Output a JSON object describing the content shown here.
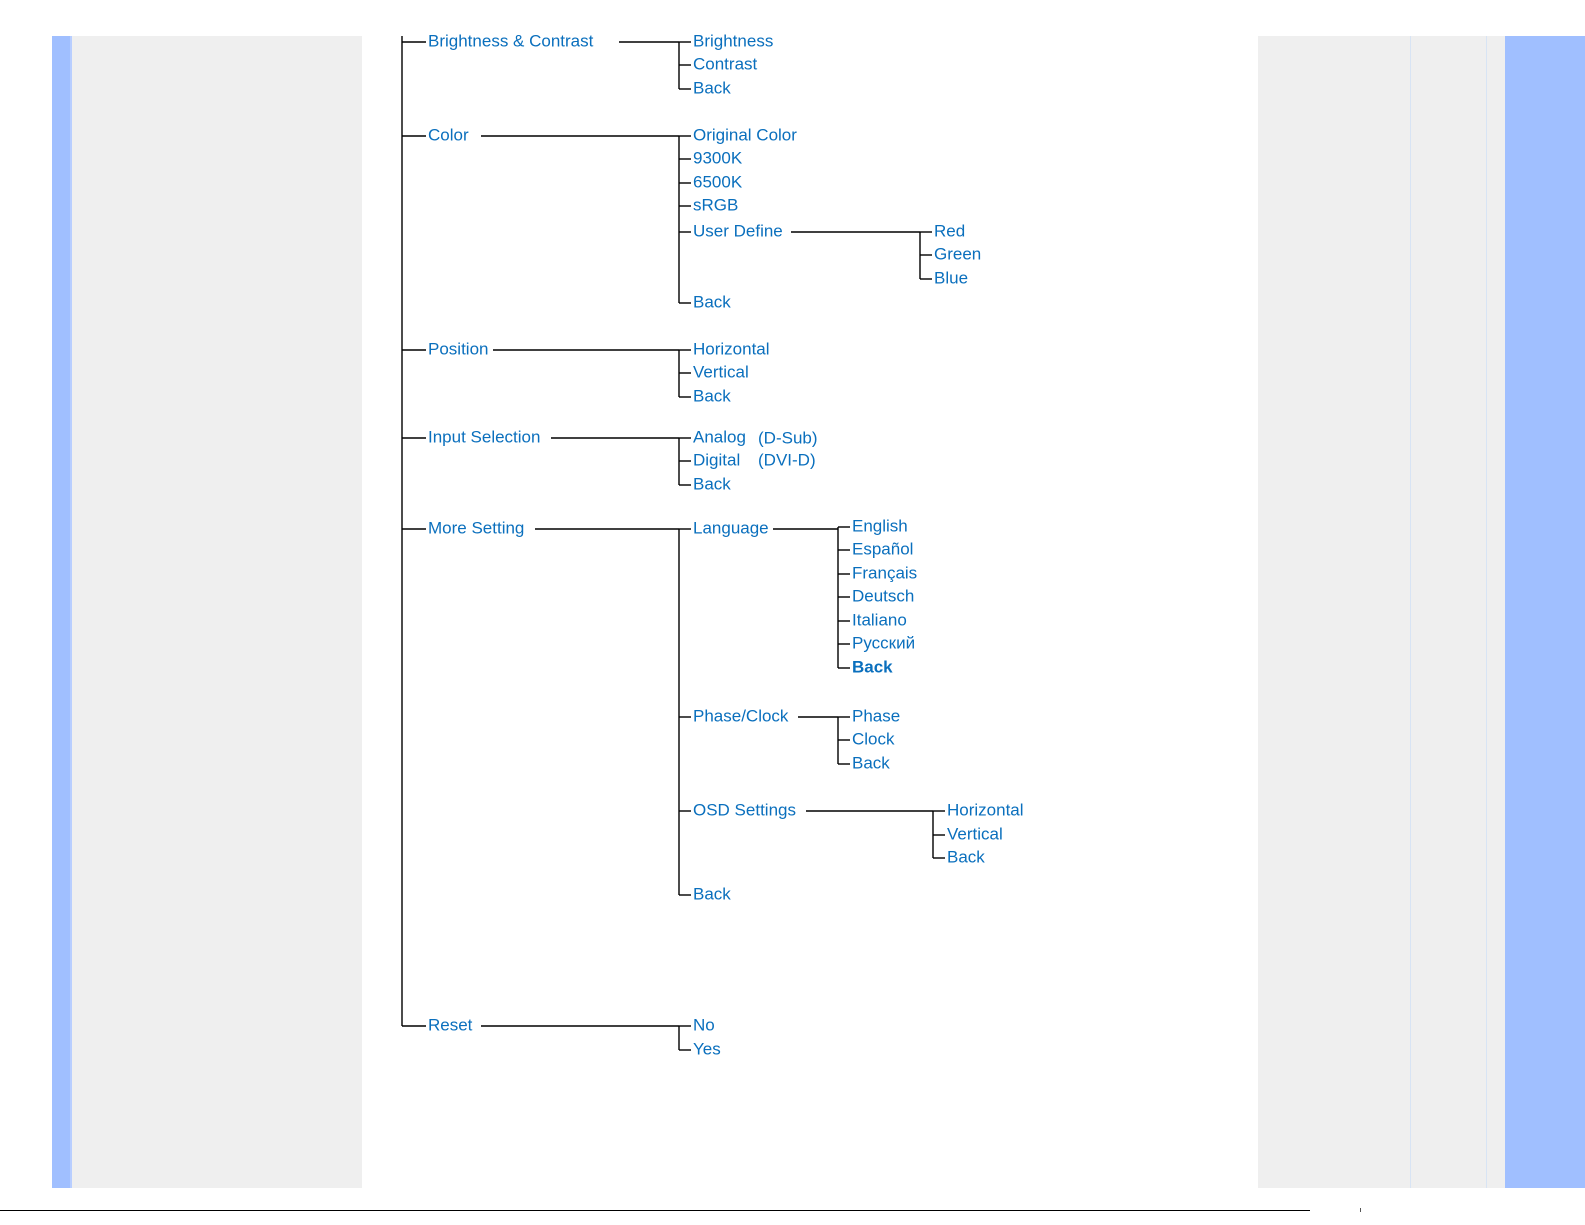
{
  "colors": {
    "link": "#0a6fbd",
    "line": "#000000",
    "accent": "#a0bfff",
    "panel": "#efefef"
  },
  "tree": {
    "brightness_contrast": {
      "label": "Brightness &  Contrast",
      "children": [
        "Brightness",
        "Contrast",
        "Back"
      ]
    },
    "color": {
      "label": "Color",
      "children": [
        "Original Color",
        "9300K",
        "6500K",
        "sRGB",
        "User Define",
        "Back"
      ],
      "user_define": {
        "children": [
          "Red",
          "Green",
          "Blue"
        ]
      }
    },
    "position": {
      "label": "Position",
      "children": [
        "Horizontal",
        "Vertical",
        "Back"
      ]
    },
    "input_selection": {
      "label": "Input Selection",
      "children": [
        "Analog",
        "Digital",
        "Back"
      ],
      "notes": [
        "(D-Sub)",
        "(DVI-D)"
      ]
    },
    "more_setting": {
      "label": "More Setting",
      "children": [
        "Language",
        "Phase/Clock",
        "OSD Settings",
        "Back"
      ],
      "language": {
        "children": [
          "English",
          "Español",
          "Français",
          "Deutsch",
          "Italiano",
          "Русский",
          "Back"
        ]
      },
      "phase_clock": {
        "children": [
          "Phase",
          "Clock",
          "Back"
        ]
      },
      "osd_settings": {
        "children": [
          "Horizontal",
          "Vertical",
          "Back"
        ]
      }
    },
    "reset": {
      "label": "Reset",
      "children": [
        "No",
        "Yes"
      ]
    }
  }
}
